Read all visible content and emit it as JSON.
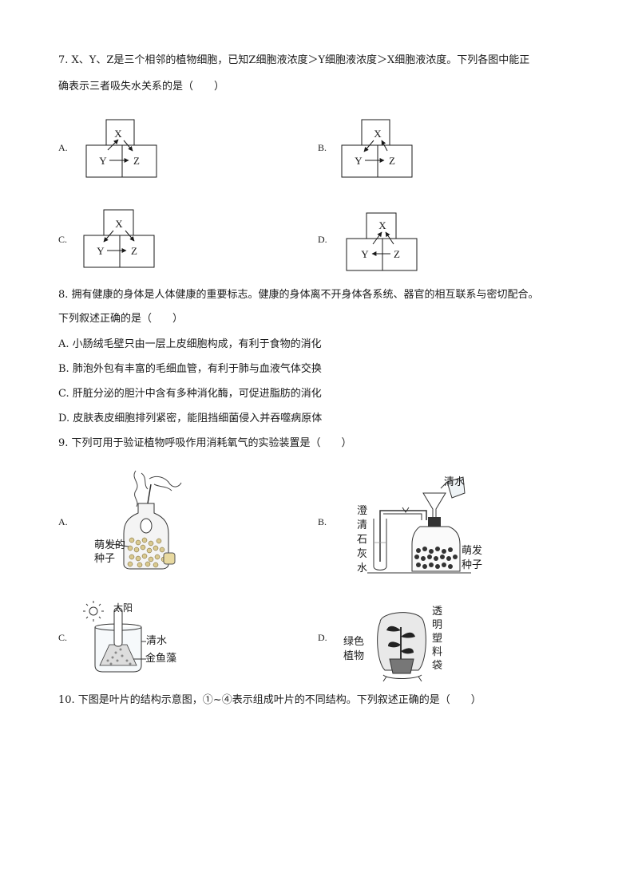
{
  "q7": {
    "line1": "7. X、Y、Z是三个相邻的植物细胞，已知Z细胞液浓度＞Y细胞液浓度＞X细胞液浓度。下列各图中能正",
    "line2": "确表示三者吸失水关系的是（　　）",
    "options": [
      {
        "label": "A.",
        "cells": [
          "X",
          "Y",
          "Z"
        ]
      },
      {
        "label": "B.",
        "cells": [
          "X",
          "Y",
          "Z"
        ]
      },
      {
        "label": "C.",
        "cells": [
          "X",
          "Y",
          "Z"
        ]
      },
      {
        "label": "D.",
        "cells": [
          "X",
          "Y",
          "Z"
        ]
      }
    ]
  },
  "q8": {
    "line1": "8. 拥有健康的身体是人体健康的重要标志。健康的身体离不开身体各系统、器官的相互联系与密切配合。",
    "line2": "下列叙述正确的是（　　）",
    "options": [
      "A. 小肠绒毛壁只由一层上皮细胞构成，有利于食物的消化",
      "B. 肺泡外包有丰富的毛细血管，有利于肺与血液气体交换",
      "C. 肝脏分泌的胆汁中含有多种消化酶，可促进脂肪的消化",
      "D. 皮肤表皮细胞排列紧密，能阻挡细菌侵入并吞噬病原体"
    ]
  },
  "q9": {
    "stem": "9. 下列可用于验证植物呼吸作用消耗氧气的实验装置是（　　）",
    "option_labels": [
      "A.",
      "B.",
      "C.",
      "D."
    ],
    "a": {
      "seeds_1": "萌发的",
      "seeds_2": "种子"
    },
    "b": {
      "water": "清水",
      "limewater": [
        "澄",
        "清",
        "石",
        "灰",
        "水"
      ],
      "seeds_1": "萌发",
      "seeds_2": "种子"
    },
    "c": {
      "sun": "太阳",
      "water": "清水",
      "plant": "金鱼藻"
    },
    "d": {
      "plant_1": "绿色",
      "plant_2": "植物",
      "bag": [
        "透",
        "明",
        "塑",
        "料",
        "袋"
      ]
    }
  },
  "q10": {
    "stem": "10. 下图是叶片的结构示意图，①~④表示组成叶片的不同结构。下列叙述正确的是（　　）"
  }
}
